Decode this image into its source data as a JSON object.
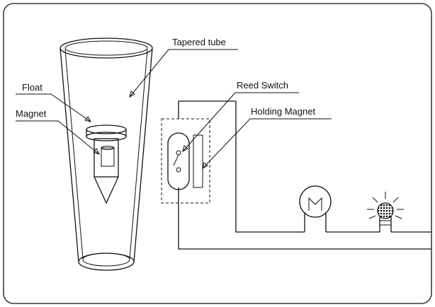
{
  "labels": {
    "tapered_tube": "Tapered tube",
    "float": "Float",
    "magnet": "Magnet",
    "reed_switch": "Reed Switch",
    "holding_magnet": "Holding Magnet"
  },
  "colors": {
    "line": "#111111",
    "background": "#ffffff",
    "hatch": "#111111"
  },
  "icons": [
    "motor-icon",
    "lamp-icon"
  ]
}
